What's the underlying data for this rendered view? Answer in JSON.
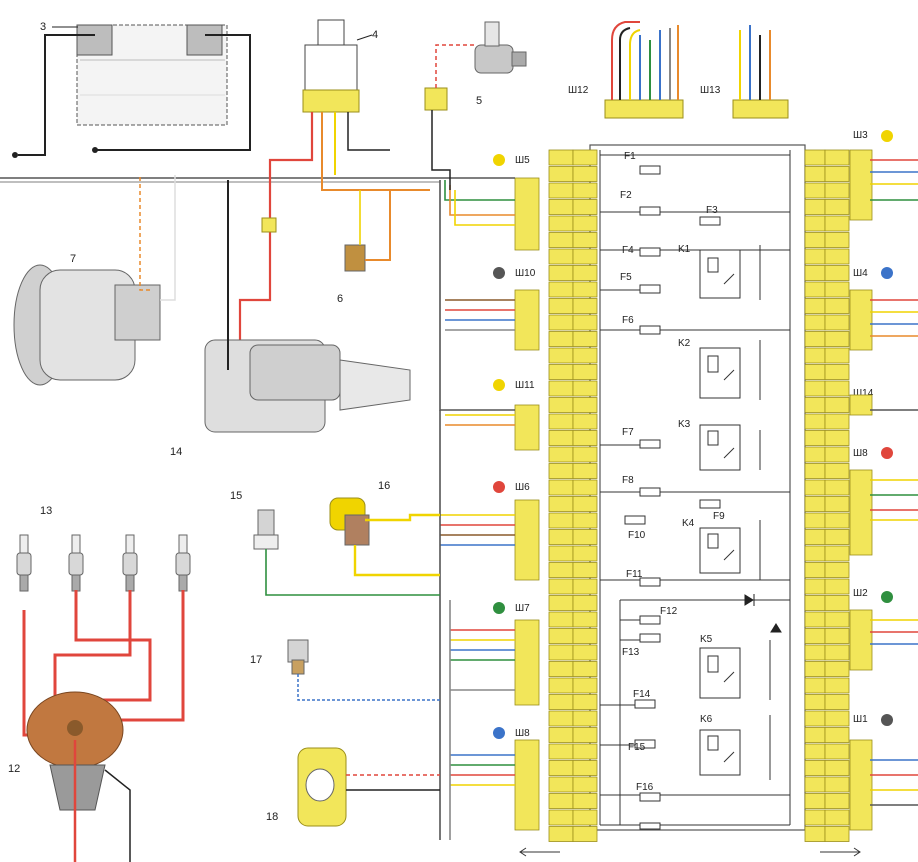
{
  "components": [
    {
      "id": "3",
      "label": "3"
    },
    {
      "id": "4",
      "label": "4"
    },
    {
      "id": "5",
      "label": "5"
    },
    {
      "id": "6",
      "label": "6"
    },
    {
      "id": "7",
      "label": "7"
    },
    {
      "id": "12",
      "label": "12"
    },
    {
      "id": "13",
      "label": "13"
    },
    {
      "id": "14",
      "label": "14"
    },
    {
      "id": "15",
      "label": "15"
    },
    {
      "id": "16",
      "label": "16"
    },
    {
      "id": "17",
      "label": "17"
    },
    {
      "id": "18",
      "label": "18"
    }
  ],
  "left_connectors": [
    {
      "label": "Ш5"
    },
    {
      "label": "Ш10"
    },
    {
      "label": "Ш11"
    },
    {
      "label": "Ш6"
    },
    {
      "label": "Ш7"
    },
    {
      "label": "Ш8"
    }
  ],
  "right_connectors": [
    {
      "label": "Ш3"
    },
    {
      "label": "Ш4"
    },
    {
      "label": "Ш14"
    },
    {
      "label": "Ш8"
    },
    {
      "label": "Ш2"
    },
    {
      "label": "Ш1"
    }
  ],
  "top_connectors": [
    {
      "label": "Ш12"
    },
    {
      "label": "Ш13"
    }
  ],
  "fuses": [
    "F1",
    "F2",
    "F3",
    "F4",
    "F5",
    "F6",
    "F7",
    "F8",
    "F9",
    "F10",
    "F11",
    "F12",
    "F13",
    "F14",
    "F15",
    "F16"
  ],
  "relays": [
    "K1",
    "K2",
    "K3",
    "K4",
    "K5",
    "K6"
  ],
  "colors": {
    "red": "#e0463c",
    "yellow": "#f0d400",
    "green": "#2f8f3f",
    "blue": "#3b73c9",
    "black": "#222222",
    "orange": "#e88a2c",
    "brown": "#8a5a2b",
    "white_wire": "#c8c8c8",
    "pad": "#f2e65a",
    "pad_stroke": "#9b8f1a",
    "line": "#333333"
  }
}
